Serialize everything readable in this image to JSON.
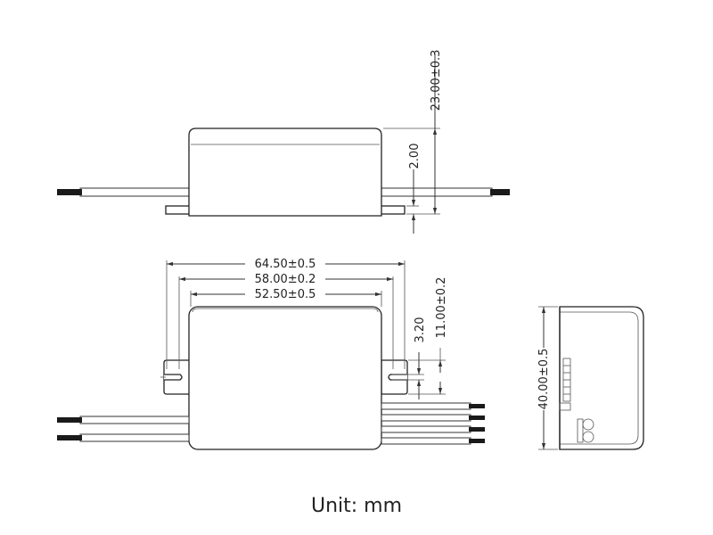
{
  "dimensions": {
    "height_total": "23.00±0.3",
    "flange_thickness": "2.00",
    "length_overall": "64.50±0.5",
    "mount_hole_pitch": "58.00±0.2",
    "body_length": "52.50±0.5",
    "slot_width": "3.20",
    "slot_offset": "11.00±0.2",
    "width_total": "40.00±0.5"
  },
  "unit_label": "Unit: mm"
}
